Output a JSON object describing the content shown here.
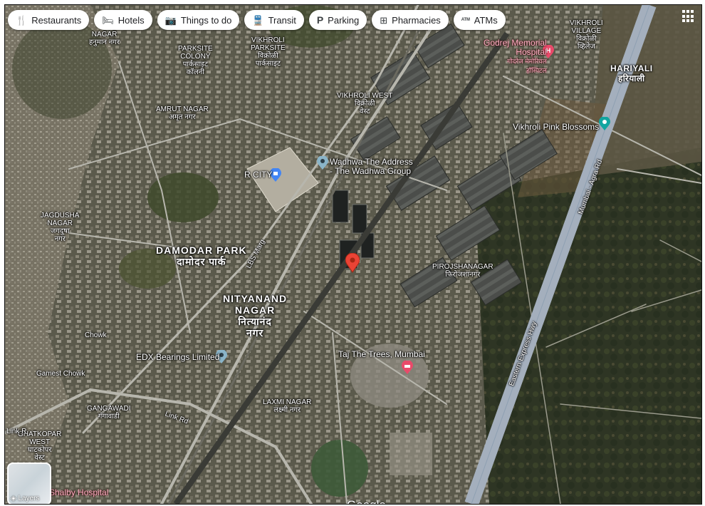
{
  "chips": [
    {
      "icon": "restaurant-icon",
      "glyph": "🍴",
      "label": "Restaurants"
    },
    {
      "icon": "hotel-icon",
      "glyph": "🛏",
      "label": "Hotels"
    },
    {
      "icon": "camera-icon",
      "glyph": "📷",
      "label": "Things to do"
    },
    {
      "icon": "transit-icon",
      "glyph": "🚆",
      "label": "Transit"
    },
    {
      "icon": "parking-icon",
      "glyph": "P",
      "label": "Parking"
    },
    {
      "icon": "pharmacy-icon",
      "glyph": "⊞",
      "label": "Pharmacies"
    },
    {
      "icon": "atm-icon",
      "glyph": "ATM",
      "label": "ATMs"
    }
  ],
  "areas": {
    "nagar_top": {
      "en": "NAGAR",
      "hi": "हनुमान नगर"
    },
    "parksite_colony": {
      "en": "PARKSITE\nCOLONY",
      "hi": "पार्कसाइट\nकॉलनी"
    },
    "vikhroli_parksite": {
      "en": "VIKHROLI\nPARKSITE",
      "hi": "विक्रोळी\nपार्कसाइट"
    },
    "vikhroli_village": {
      "en": "VIKHROLI\nVILLAGE",
      "hi": "विक्रोळी\nव्हिलेज"
    },
    "hariyali": {
      "en": "HARIYALI",
      "hi": "हरियाली"
    },
    "amrut_nagar": {
      "en": "AMRUT NAGAR",
      "hi": "अमृत नगर"
    },
    "vikhroli_west": {
      "en": "VIKHROLI WEST",
      "hi": "विक्रोळी\nवेस्ट"
    },
    "jagdusha_nagar": {
      "en": "JAGDUSHA\nNAGAR",
      "hi": "जगदुषा\nनगर"
    },
    "damodar_park": {
      "en": "DAMODAR PARK",
      "hi": "दामोदर पार्क"
    },
    "nityanand_nagar": {
      "en": "NITYANAND\nNAGAR",
      "hi": "नित्यानंद\nनगर"
    },
    "pirojshanagar": {
      "en": "PIROJSHANAGAR",
      "hi": "फिरोजशानगर"
    },
    "gangawadi": {
      "en": "GANGAWADI",
      "hi": "गंगावाडी"
    },
    "laxmi_nagar": {
      "en": "LAXMI NAGAR",
      "hi": "लक्ष्मी नगर"
    },
    "ghatkopar_west": {
      "en": "GHATKOPAR\nWEST",
      "hi": "घाटकोपर\nवेस्ट"
    }
  },
  "places": {
    "godrej": "Godrej Memorial\nHospital",
    "godrej_hi": "गोदरेज मेमोरियल\nहॉस्पिटल",
    "pink_blossoms": "Vikhroli Pink Blossoms",
    "wadhwa": "Wadhwa The Address\n- The Wadhwa Group",
    "r_city": "R CITY",
    "edx": "EDX Bearings Limited",
    "taj": "Taj The Trees, Mumbai",
    "shalby": "Shalby Hospital"
  },
  "roads": {
    "lbs_marg": "LBS Marg",
    "eastern_express": "Eastern Express Hwy",
    "mumbai_agra": "Mumbai - Agra Rd",
    "link_rd": "Link Rd",
    "link_r": "Link R",
    "chowk": "Chowk",
    "sarvodaya": "Gamest Chowk"
  },
  "controls": {
    "layers": "Layers",
    "google": "Google"
  },
  "colors": {
    "pin_red": "#ea4335",
    "hospital": "#e94a6a",
    "poi_blue": "#4285f4",
    "poi_teal": "#12a5a0",
    "poi_grey": "#8ab4c8"
  }
}
